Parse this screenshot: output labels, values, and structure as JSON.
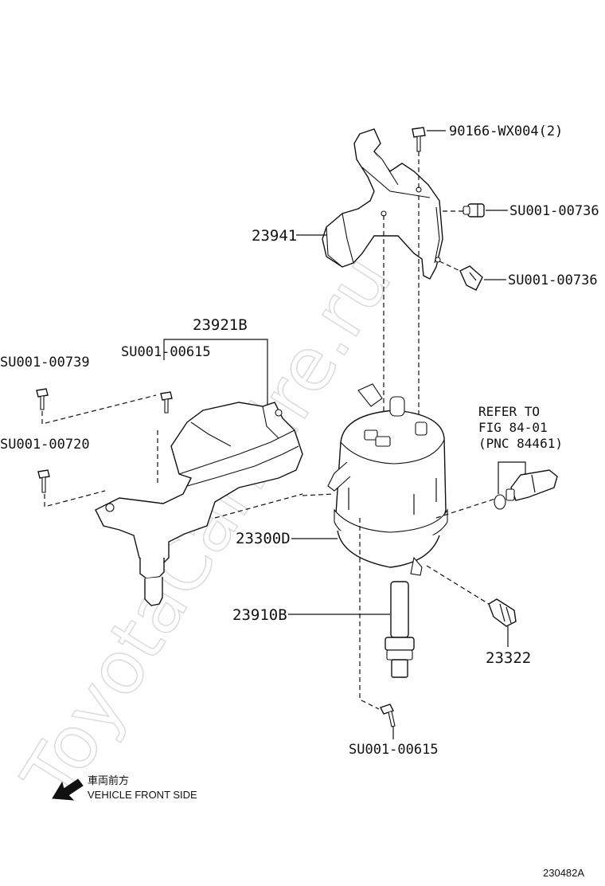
{
  "watermark": "ToyotaCarMire.ru",
  "parts": {
    "screw_bracket_top": "90166-WX004(2)",
    "clip_upper": "SU001-00736",
    "clip_lower": "SU001-00736",
    "fuel_filter_bracket": "23941",
    "bracket_assy": "23921B",
    "bolt_bracket": "SU001-00615",
    "bolt_left_upper": "SU001-00739",
    "bolt_left_lower": "SU001-00720",
    "filter_assy": "23300D",
    "drain_plug": "23910B",
    "screw_bottom": "SU001-00615",
    "plug_right": "23322"
  },
  "reference": {
    "line1": "REFER TO",
    "line2": "FIG 84-01",
    "line3": "(PNC 84461)"
  },
  "orientation": {
    "japanese": "車両前方",
    "english": "VEHICLE FRONT SIDE"
  },
  "figure_code": "230482A",
  "colors": {
    "line": "#111111",
    "watermark": "#d9d9d9",
    "background": "#ffffff"
  }
}
